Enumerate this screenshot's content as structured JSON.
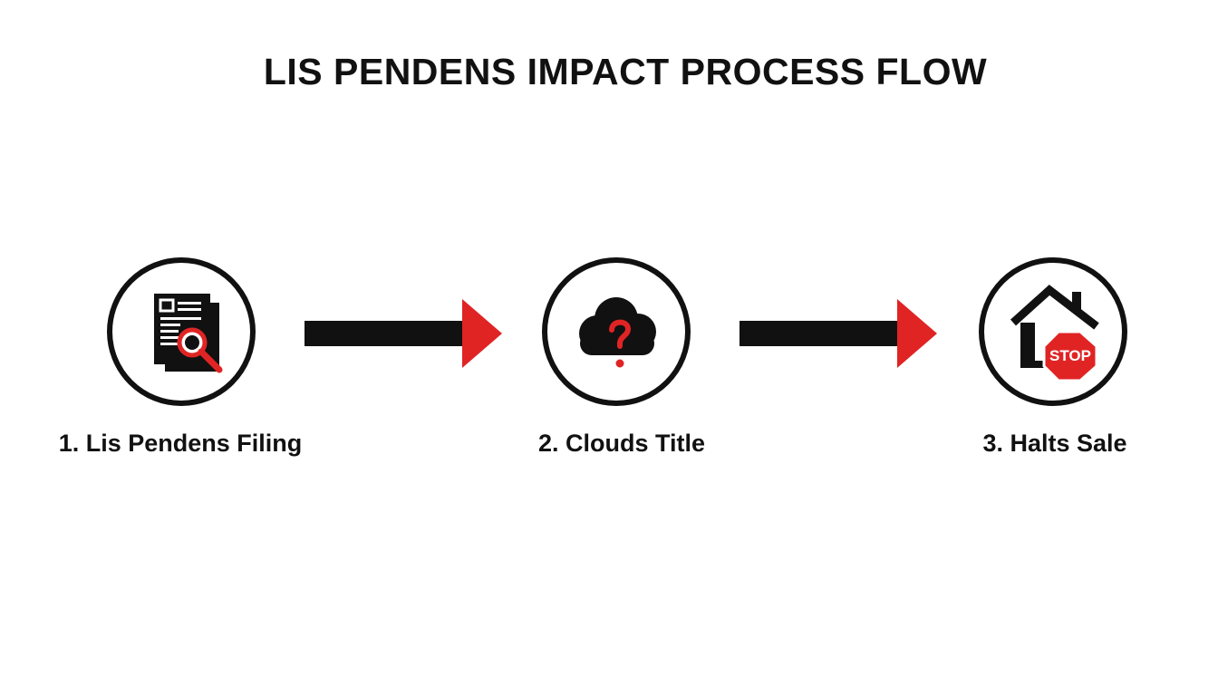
{
  "diagram": {
    "title": "LIS PENDENS IMPACT PROCESS FLOW",
    "colors": {
      "ink": "#111111",
      "accent": "#e02424"
    },
    "steps": [
      {
        "label": "1. Lis Pendens Filing",
        "icon": "document-search-icon"
      },
      {
        "label": "2. Clouds Title",
        "icon": "cloud-question-icon"
      },
      {
        "label": "3. Halts Sale",
        "icon": "house-stop-icon",
        "badge": "STOP"
      }
    ]
  }
}
